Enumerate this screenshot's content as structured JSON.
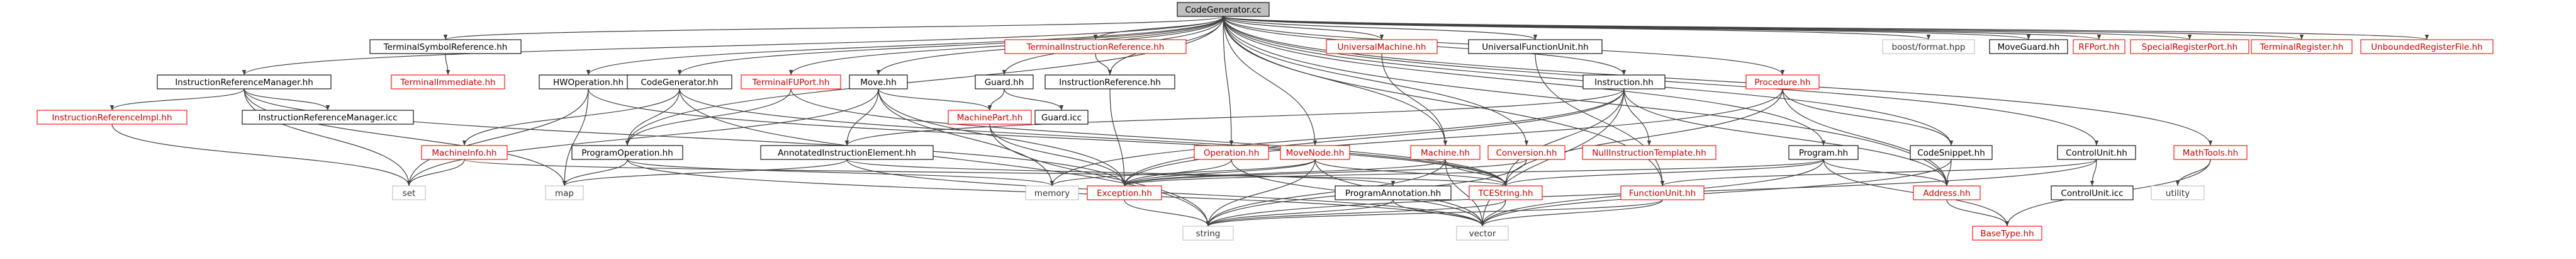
{
  "colors": {
    "root_fill": "#bfbfbf",
    "node_fill": "#ffffff",
    "documented_border": "#000000",
    "documented_text": "#000000",
    "undocumented_border": "#ff0000",
    "undocumented_text": "#cc0000",
    "external_border": "#bfbfbf",
    "external_text": "#333333",
    "edge": "#404040",
    "background": "#ffffff"
  },
  "graph": {
    "nodes": [
      {
        "id": "CodeGenerator_cc",
        "label": "CodeGenerator.cc",
        "kind": "root"
      },
      {
        "id": "TerminalSymbolReference_hh",
        "label": "TerminalSymbolReference.hh",
        "kind": "documented"
      },
      {
        "id": "HWOperation_hh",
        "label": "HWOperation.hh",
        "kind": "documented"
      },
      {
        "id": "CodeGenerator_hh",
        "label": "CodeGenerator.hh",
        "kind": "documented"
      },
      {
        "id": "TerminalFUPort_hh",
        "label": "TerminalFUPort.hh",
        "kind": "undocumented"
      },
      {
        "id": "Move_hh",
        "label": "Move.hh",
        "kind": "documented"
      },
      {
        "id": "Guard_hh",
        "label": "Guard.hh",
        "kind": "documented"
      },
      {
        "id": "TerminalInstructionReference_hh",
        "label": "TerminalInstructionReference.hh",
        "kind": "undocumented"
      },
      {
        "id": "UniversalMachine_hh",
        "label": "UniversalMachine.hh",
        "kind": "undocumented"
      },
      {
        "id": "UniversalFunctionUnit_hh",
        "label": "UniversalFunctionUnit.hh",
        "kind": "documented"
      },
      {
        "id": "Instruction_hh",
        "label": "Instruction.hh",
        "kind": "documented"
      },
      {
        "id": "Procedure_hh",
        "label": "Procedure.hh",
        "kind": "undocumented"
      },
      {
        "id": "boost_format_hpp",
        "label": "boost/format.hpp",
        "kind": "external"
      },
      {
        "id": "MoveGuard_hh",
        "label": "MoveGuard.hh",
        "kind": "documented"
      },
      {
        "id": "RFPort_hh",
        "label": "RFPort.hh",
        "kind": "undocumented"
      },
      {
        "id": "SpecialRegisterPort_hh",
        "label": "SpecialRegisterPort.hh",
        "kind": "undocumented"
      },
      {
        "id": "TerminalRegister_hh",
        "label": "TerminalRegister.hh",
        "kind": "undocumented"
      },
      {
        "id": "UnboundedRegisterFile_hh",
        "label": "UnboundedRegisterFile.hh",
        "kind": "undocumented"
      },
      {
        "id": "InstructionReferenceManager_hh",
        "label": "InstructionReferenceManager.hh",
        "kind": "documented"
      },
      {
        "id": "TerminalImmediate_hh",
        "label": "TerminalImmediate.hh",
        "kind": "undocumented"
      },
      {
        "id": "MachinePart_hh",
        "label": "MachinePart.hh",
        "kind": "undocumented"
      },
      {
        "id": "Guard_icc",
        "label": "Guard.icc",
        "kind": "documented"
      },
      {
        "id": "InstructionReference_hh",
        "label": "InstructionReference.hh",
        "kind": "documented"
      },
      {
        "id": "InstructionReferenceImpl_hh",
        "label": "InstructionReferenceImpl.hh",
        "kind": "undocumented"
      },
      {
        "id": "InstructionReferenceManager_icc",
        "label": "InstructionReferenceManager.icc",
        "kind": "documented"
      },
      {
        "id": "MachineInfo_hh",
        "label": "MachineInfo.hh",
        "kind": "undocumented"
      },
      {
        "id": "ProgramOperation_hh",
        "label": "ProgramOperation.hh",
        "kind": "documented"
      },
      {
        "id": "AnnotatedInstructionElement_hh",
        "label": "AnnotatedInstructionElement.hh",
        "kind": "documented"
      },
      {
        "id": "Operation_hh",
        "label": "Operation.hh",
        "kind": "undocumented"
      },
      {
        "id": "MoveNode_hh",
        "label": "MoveNode.hh",
        "kind": "undocumented"
      },
      {
        "id": "Machine_hh",
        "label": "Machine.hh",
        "kind": "undocumented"
      },
      {
        "id": "Conversion_hh",
        "label": "Conversion.hh",
        "kind": "undocumented"
      },
      {
        "id": "NullInstructionTemplate_hh",
        "label": "NullInstructionTemplate.hh",
        "kind": "undocumented"
      },
      {
        "id": "Program_hh",
        "label": "Program.hh",
        "kind": "documented"
      },
      {
        "id": "CodeSnippet_hh",
        "label": "CodeSnippet.hh",
        "kind": "documented"
      },
      {
        "id": "ControlUnit_hh",
        "label": "ControlUnit.hh",
        "kind": "documented"
      },
      {
        "id": "MathTools_hh",
        "label": "MathTools.hh",
        "kind": "undocumented"
      },
      {
        "id": "set",
        "label": "set",
        "kind": "external"
      },
      {
        "id": "map",
        "label": "map",
        "kind": "external"
      },
      {
        "id": "memory",
        "label": "memory",
        "kind": "external"
      },
      {
        "id": "Exception_hh",
        "label": "Exception.hh",
        "kind": "undocumented"
      },
      {
        "id": "ProgramAnnotation_hh",
        "label": "ProgramAnnotation.hh",
        "kind": "documented"
      },
      {
        "id": "TCEString_hh",
        "label": "TCEString.hh",
        "kind": "undocumented"
      },
      {
        "id": "FunctionUnit_hh",
        "label": "FunctionUnit.hh",
        "kind": "undocumented"
      },
      {
        "id": "Address_hh",
        "label": "Address.hh",
        "kind": "undocumented"
      },
      {
        "id": "ControlUnit_icc",
        "label": "ControlUnit.icc",
        "kind": "documented"
      },
      {
        "id": "utility",
        "label": "utility",
        "kind": "external"
      },
      {
        "id": "string",
        "label": "string",
        "kind": "external"
      },
      {
        "id": "vector",
        "label": "vector",
        "kind": "external"
      },
      {
        "id": "BaseType_hh",
        "label": "BaseType.hh",
        "kind": "undocumented"
      }
    ],
    "edges": [
      [
        "CodeGenerator_cc",
        "TerminalSymbolReference_hh"
      ],
      [
        "CodeGenerator_cc",
        "HWOperation_hh"
      ],
      [
        "CodeGenerator_cc",
        "CodeGenerator_hh"
      ],
      [
        "CodeGenerator_cc",
        "TerminalFUPort_hh"
      ],
      [
        "CodeGenerator_cc",
        "Move_hh"
      ],
      [
        "CodeGenerator_cc",
        "Guard_hh"
      ],
      [
        "CodeGenerator_cc",
        "TerminalInstructionReference_hh"
      ],
      [
        "CodeGenerator_cc",
        "UniversalMachine_hh"
      ],
      [
        "CodeGenerator_cc",
        "UniversalFunctionUnit_hh"
      ],
      [
        "CodeGenerator_cc",
        "Instruction_hh"
      ],
      [
        "CodeGenerator_cc",
        "Procedure_hh"
      ],
      [
        "CodeGenerator_cc",
        "boost_format_hpp"
      ],
      [
        "CodeGenerator_cc",
        "MoveGuard_hh"
      ],
      [
        "CodeGenerator_cc",
        "RFPort_hh"
      ],
      [
        "CodeGenerator_cc",
        "SpecialRegisterPort_hh"
      ],
      [
        "CodeGenerator_cc",
        "TerminalRegister_hh"
      ],
      [
        "CodeGenerator_cc",
        "UnboundedRegisterFile_hh"
      ],
      [
        "CodeGenerator_cc",
        "InstructionReferenceManager_hh"
      ],
      [
        "CodeGenerator_cc",
        "InstructionReference_hh"
      ],
      [
        "CodeGenerator_cc",
        "Operation_hh"
      ],
      [
        "CodeGenerator_cc",
        "MoveNode_hh"
      ],
      [
        "CodeGenerator_cc",
        "Machine_hh"
      ],
      [
        "CodeGenerator_cc",
        "Conversion_hh"
      ],
      [
        "CodeGenerator_cc",
        "Program_hh"
      ],
      [
        "CodeGenerator_cc",
        "CodeSnippet_hh"
      ],
      [
        "CodeGenerator_cc",
        "ControlUnit_hh"
      ],
      [
        "CodeGenerator_cc",
        "MathTools_hh"
      ],
      [
        "CodeGenerator_cc",
        "ProgramOperation_hh"
      ],
      [
        "CodeGenerator_cc",
        "FunctionUnit_hh"
      ],
      [
        "CodeGenerator_cc",
        "Address_hh"
      ],
      [
        "TerminalSymbolReference_hh",
        "TerminalImmediate_hh"
      ],
      [
        "TerminalFUPort_hh",
        "ProgramOperation_hh"
      ],
      [
        "TerminalFUPort_hh",
        "TCEString_hh"
      ],
      [
        "TerminalInstructionReference_hh",
        "InstructionReference_hh"
      ],
      [
        "HWOperation_hh",
        "set"
      ],
      [
        "HWOperation_hh",
        "map"
      ],
      [
        "HWOperation_hh",
        "TCEString_hh"
      ],
      [
        "CodeGenerator_hh",
        "MachineInfo_hh"
      ],
      [
        "CodeGenerator_hh",
        "ProgramOperation_hh"
      ],
      [
        "CodeGenerator_hh",
        "TCEString_hh"
      ],
      [
        "CodeGenerator_hh",
        "string"
      ],
      [
        "Move_hh",
        "AnnotatedInstructionElement_hh"
      ],
      [
        "Move_hh",
        "MachinePart_hh"
      ],
      [
        "Move_hh",
        "memory"
      ],
      [
        "Move_hh",
        "Exception_hh"
      ],
      [
        "Move_hh",
        "set"
      ],
      [
        "Guard_hh",
        "MachinePart_hh"
      ],
      [
        "Guard_hh",
        "Guard_icc"
      ],
      [
        "UniversalMachine_hh",
        "Machine_hh"
      ],
      [
        "UniversalFunctionUnit_hh",
        "FunctionUnit_hh"
      ],
      [
        "Instruction_hh",
        "NullInstructionTemplate_hh"
      ],
      [
        "Instruction_hh",
        "AnnotatedInstructionElement_hh"
      ],
      [
        "Instruction_hh",
        "Exception_hh"
      ],
      [
        "Instruction_hh",
        "memory"
      ],
      [
        "Instruction_hh",
        "TCEString_hh"
      ],
      [
        "Instruction_hh",
        "Address_hh"
      ],
      [
        "Instruction_hh",
        "vector"
      ],
      [
        "Procedure_hh",
        "CodeSnippet_hh"
      ],
      [
        "Procedure_hh",
        "Exception_hh"
      ],
      [
        "Procedure_hh",
        "TCEString_hh"
      ],
      [
        "Procedure_hh",
        "Address_hh"
      ],
      [
        "InstructionReferenceManager_hh",
        "InstructionReferenceImpl_hh"
      ],
      [
        "InstructionReferenceManager_hh",
        "InstructionReferenceManager_icc"
      ],
      [
        "InstructionReferenceManager_hh",
        "Exception_hh"
      ],
      [
        "InstructionReferenceManager_hh",
        "map"
      ],
      [
        "InstructionReferenceManager_hh",
        "set"
      ],
      [
        "InstructionReference_hh",
        "Exception_hh"
      ],
      [
        "InstructionReferenceImpl_hh",
        "set"
      ],
      [
        "MachineInfo_hh",
        "set"
      ],
      [
        "MachineInfo_hh",
        "TCEString_hh"
      ],
      [
        "ProgramOperation_hh",
        "map"
      ],
      [
        "ProgramOperation_hh",
        "memory"
      ],
      [
        "ProgramOperation_hh",
        "vector"
      ],
      [
        "AnnotatedInstructionElement_hh",
        "ProgramAnnotation_hh"
      ],
      [
        "AnnotatedInstructionElement_hh",
        "map"
      ],
      [
        "AnnotatedInstructionElement_hh",
        "vector"
      ],
      [
        "MachinePart_hh",
        "Exception_hh"
      ],
      [
        "MachinePart_hh",
        "string"
      ],
      [
        "Operation_hh",
        "Exception_hh"
      ],
      [
        "Operation_hh",
        "vector"
      ],
      [
        "MoveNode_hh",
        "Exception_hh"
      ],
      [
        "MoveNode_hh",
        "TCEString_hh"
      ],
      [
        "MoveNode_hh",
        "string"
      ],
      [
        "MoveNode_hh",
        "vector"
      ],
      [
        "MoveNode_hh",
        "memory"
      ],
      [
        "Machine_hh",
        "Exception_hh"
      ],
      [
        "Machine_hh",
        "TCEString_hh"
      ],
      [
        "Machine_hh",
        "string"
      ],
      [
        "Machine_hh",
        "vector"
      ],
      [
        "Conversion_hh",
        "Exception_hh"
      ],
      [
        "Conversion_hh",
        "string"
      ],
      [
        "Program_hh",
        "Exception_hh"
      ],
      [
        "Program_hh",
        "Address_hh"
      ],
      [
        "Program_hh",
        "TCEString_hh"
      ],
      [
        "Program_hh",
        "BaseType_hh"
      ],
      [
        "Program_hh",
        "vector"
      ],
      [
        "CodeSnippet_hh",
        "Address_hh"
      ],
      [
        "CodeSnippet_hh",
        "vector"
      ],
      [
        "ControlUnit_hh",
        "FunctionUnit_hh"
      ],
      [
        "ControlUnit_hh",
        "ControlUnit_icc"
      ],
      [
        "ControlUnit_hh",
        "string"
      ],
      [
        "MathTools_hh",
        "utility"
      ],
      [
        "MathTools_hh",
        "BaseType_hh"
      ],
      [
        "Exception_hh",
        "string"
      ],
      [
        "ProgramAnnotation_hh",
        "string"
      ],
      [
        "ProgramAnnotation_hh",
        "vector"
      ],
      [
        "TCEString_hh",
        "string"
      ],
      [
        "TCEString_hh",
        "vector"
      ],
      [
        "FunctionUnit_hh",
        "string"
      ],
      [
        "FunctionUnit_hh",
        "vector"
      ],
      [
        "Address_hh",
        "BaseType_hh"
      ]
    ]
  }
}
